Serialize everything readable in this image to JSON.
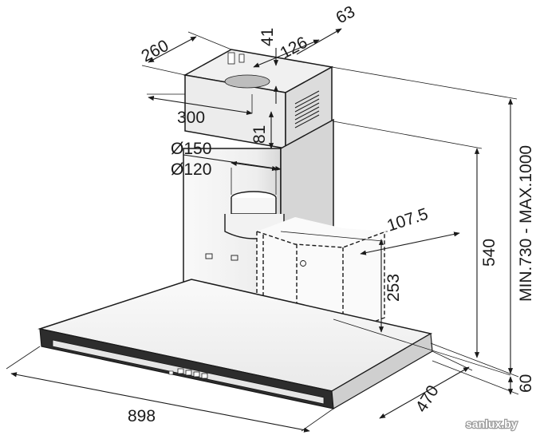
{
  "dimensions": {
    "d260": "260",
    "d41": "41",
    "d126": "126",
    "d63": "63",
    "d300": "300",
    "d81": "81",
    "d150": "Ø150",
    "d120": "Ø120",
    "d107": "107.5",
    "d540": "540",
    "d253": "253",
    "dminmax": "MIN.730 - MAX.1000",
    "d60": "60",
    "d898": "898",
    "d470": "470"
  },
  "watermark": "sanlux.by",
  "colors": {
    "line": "#1a1a1a",
    "duct_light": "#f4f4f4",
    "duct_shade": "#cfcfcf",
    "canopy_top": "#f7f7f7",
    "canopy_front": "#2b2b2b",
    "glass": "#eaeaea"
  }
}
